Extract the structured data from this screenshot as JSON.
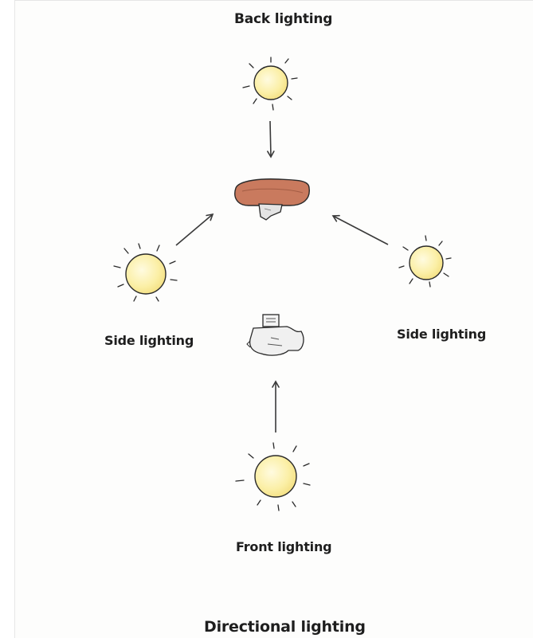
{
  "labels": {
    "back": "Back lighting",
    "side_left": "Side lighting",
    "side_right": "Side lighting",
    "front": "Front lighting",
    "title": "Directional lighting"
  },
  "colors": {
    "sun_fill": "#fbefa6",
    "sun_stroke": "#2a2a2a",
    "hat_fill": "#c97a5e",
    "arrow": "#3a3a3a",
    "text": "#1e1e1e"
  },
  "icons": {
    "light_source": "sun-icon",
    "subject_top": "hat-figure-icon",
    "subject_front": "camera-figure-icon"
  }
}
